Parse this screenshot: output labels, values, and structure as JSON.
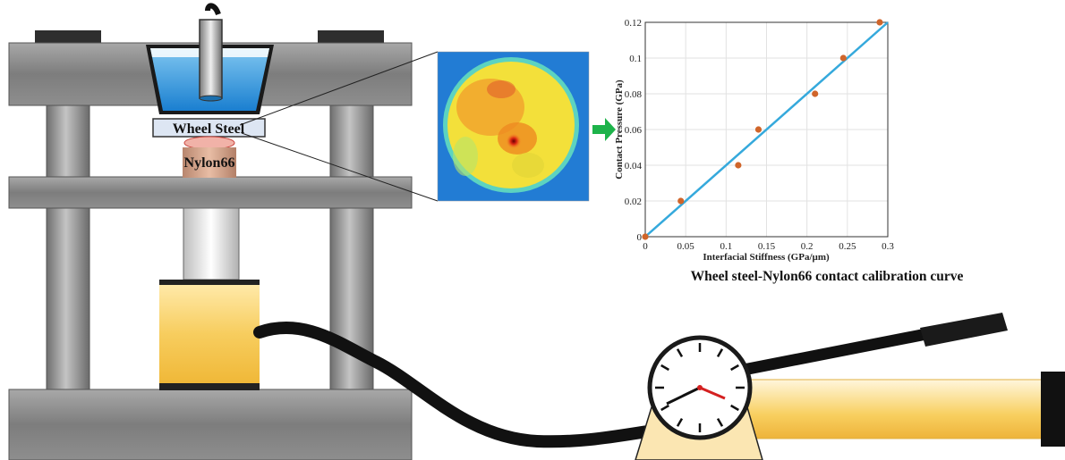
{
  "labels": {
    "wheel_steel": "Wheel Steel",
    "nylon": "Nylon66"
  },
  "caption": "Wheel steel-Nylon66 contact calibration curve",
  "colors": {
    "frame_gray": "#8c8c8c",
    "water_blue": "#2e8fd6",
    "cylinder_yellow": "#f5c34a",
    "fit_line": "#35a9dc",
    "points": "#d0652a",
    "arrow_green": "#1db34a"
  },
  "chart_data": {
    "type": "scatter",
    "xlabel": "Interfacial Stiffness (GPa/µm)",
    "ylabel": "Contact Pressure (GPa)",
    "xlim": [
      0,
      0.3
    ],
    "ylim": [
      0,
      0.12
    ],
    "x_ticks": [
      "0",
      "0.05",
      "0.1",
      "0.15",
      "0.2",
      "0.25",
      "0.3"
    ],
    "y_ticks": [
      "0",
      "0.02",
      "0.04",
      "0.06",
      "0.08",
      "0.1",
      "0.12"
    ],
    "grid": true,
    "points": [
      {
        "x": 0,
        "y": 0
      },
      {
        "x": 0.044,
        "y": 0.02
      },
      {
        "x": 0.115,
        "y": 0.04
      },
      {
        "x": 0.14,
        "y": 0.06
      },
      {
        "x": 0.21,
        "y": 0.08
      },
      {
        "x": 0.245,
        "y": 0.1
      },
      {
        "x": 0.29,
        "y": 0.12
      }
    ],
    "fit_line": [
      {
        "x": 0,
        "y": 0
      },
      {
        "x": 0.3,
        "y": 0.12
      }
    ]
  }
}
